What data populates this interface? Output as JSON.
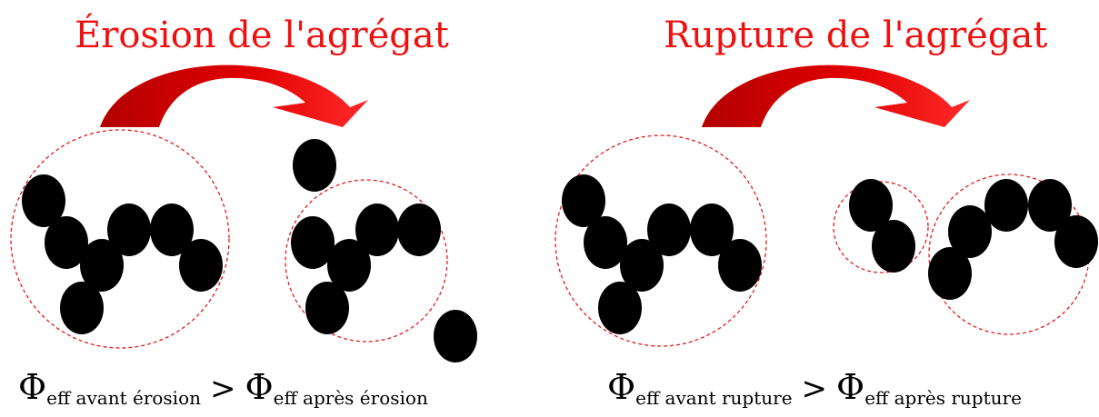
{
  "panels": [
    {
      "id": "erosion",
      "title": "Érosion de l'agrégat",
      "formula": {
        "symbol": "Φ",
        "left_subscript": "eff  avant érosion",
        "operator": ">",
        "right_subscript": "eff après érosion"
      }
    },
    {
      "id": "rupture",
      "title": "Rupture de l'agrégat",
      "formula": {
        "symbol": "Φ",
        "left_subscript": "eff  avant rupture",
        "operator": ">",
        "right_subscript": "eff après rupture"
      }
    }
  ],
  "colors": {
    "title": "#ee1111",
    "arrow_light": "#ff2a2a",
    "arrow_dark": "#b30000",
    "particle": "#000000",
    "boundary": "#e31b1b"
  }
}
